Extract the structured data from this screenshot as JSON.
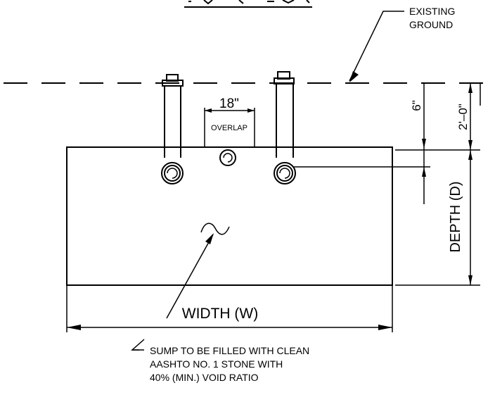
{
  "labels": {
    "existing_ground": [
      "EXISTING",
      "GROUND"
    ],
    "overlap_dim": "18\"",
    "overlap": "OVERLAP",
    "six_inch": "6\"",
    "two_foot": "2'–0\"",
    "depth": "DEPTH (D)",
    "width": "WIDTH (W)",
    "note": [
      "SUMP TO BE FILLED WITH CLEAN",
      "AASHTO NO. 1 STONE WITH",
      "40% (MIN.) VOID RATIO"
    ]
  }
}
